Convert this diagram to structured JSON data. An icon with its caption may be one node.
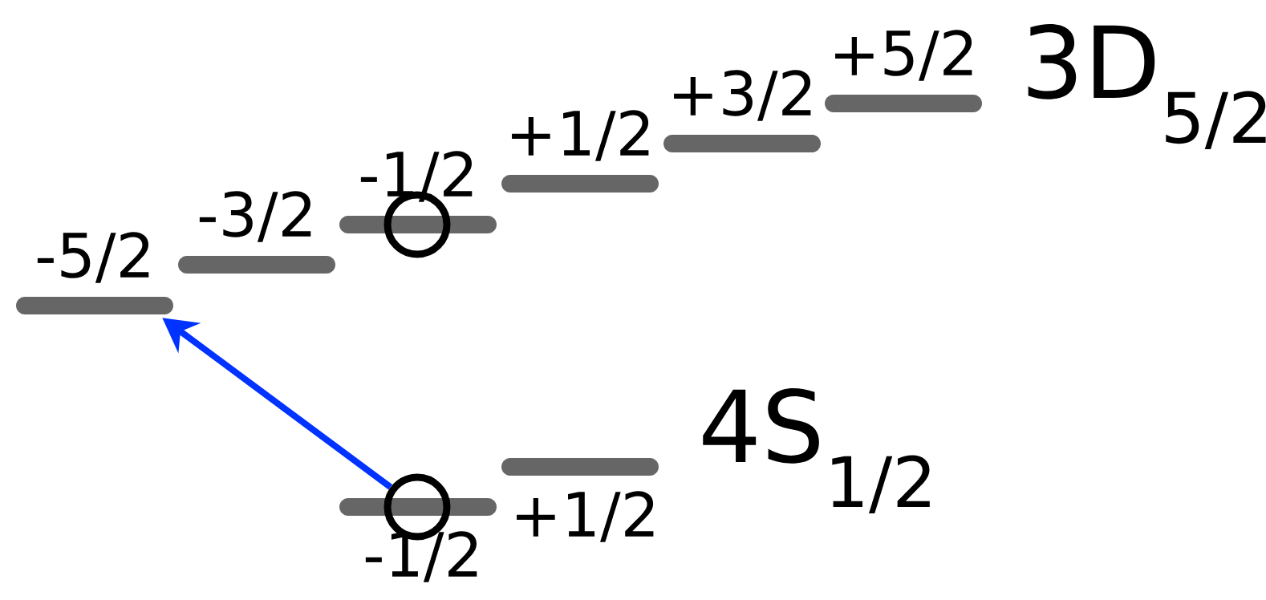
{
  "diagram": {
    "nodes": [
      {
        "text": [
          "-5/2"
        ]
      },
      {
        "text": [
          "-3/2"
        ]
      },
      {
        "text": [
          "-1/2"
        ]
      },
      {
        "text": [
          "+1/2"
        ]
      },
      {
        "text": [
          "+3/2"
        ]
      },
      {
        "text": [
          "+5/2"
        ]
      },
      {
        "text": [
          "-1/2"
        ]
      },
      {
        "text": [
          "+1/2"
        ]
      },
      {
        "text": [],
        "shape": "circle"
      },
      {
        "text": [],
        "shape": "circle"
      }
    ],
    "edges": [
      {
        "from": 9,
        "to": 0,
        "arrow": "to",
        "color": "#0033ff"
      }
    ],
    "labels": [
      "3D$_{5/2}$",
      "4S$_{1/2}$"
    ]
  }
}
